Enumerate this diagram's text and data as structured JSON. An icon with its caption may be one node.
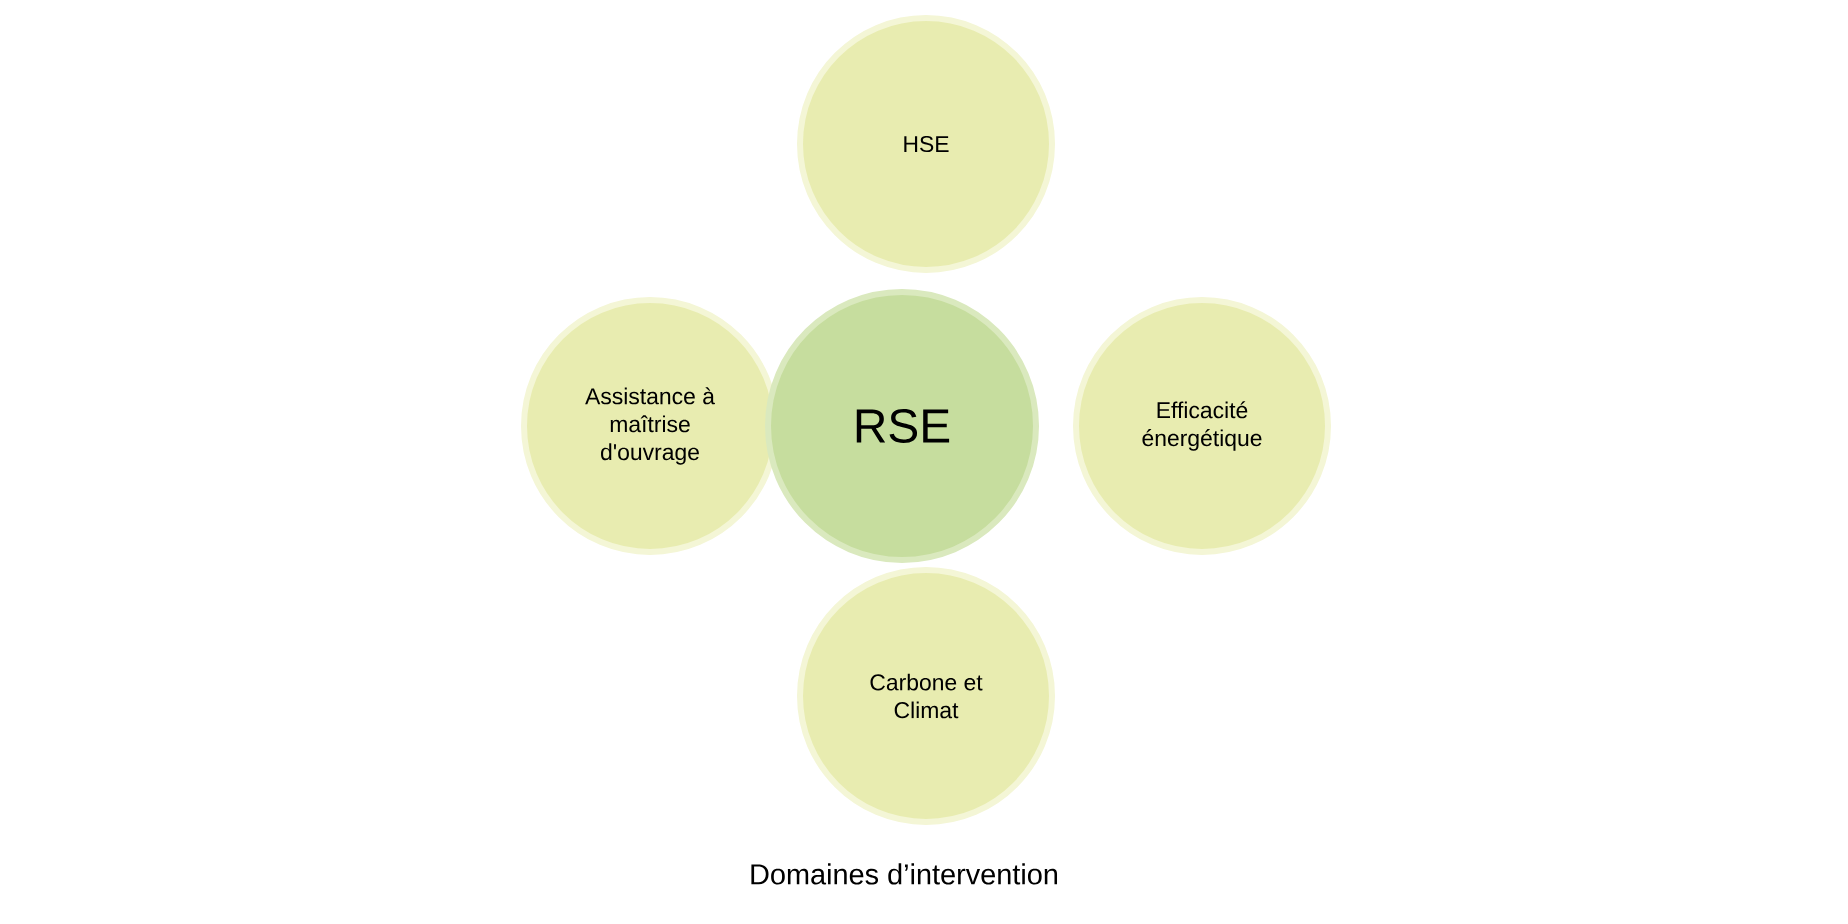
{
  "diagram": {
    "caption": "Domaines d’intervention",
    "nodes": [
      {
        "text": [
          "HSE"
        ]
      },
      {
        "text": [
          "Assistance à maîtrise d'ouvrage"
        ]
      },
      {
        "text": [
          "RSE"
        ]
      },
      {
        "text": [
          "Efficacité énergétique"
        ]
      },
      {
        "text": [
          "Carbone et Climat"
        ]
      }
    ]
  }
}
